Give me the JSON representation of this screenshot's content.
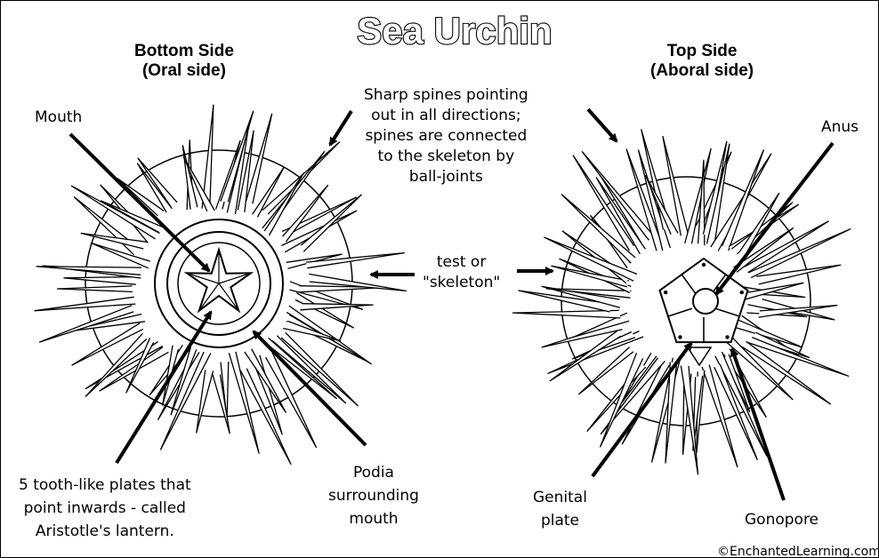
{
  "title": "Sea Urchin",
  "bottom_side": {
    "heading_line1": "Bottom Side",
    "heading_line2": "(Oral side)"
  },
  "top_side": {
    "heading_line1": "Top Side",
    "heading_line2": "(Aboral side)"
  },
  "labels": {
    "mouth": "Mouth",
    "spines_line1": "Sharp spines pointing",
    "spines_line2": "out in all directions;",
    "spines_line3": "spines are connected",
    "spines_line4": "to the skeleton by",
    "spines_line5": "ball-joints",
    "test_line1": "test or",
    "test_line2": "\"skeleton\"",
    "anus": "Anus",
    "lantern_line1": "5 tooth-like plates that",
    "lantern_line2": "point inwards - called",
    "lantern_line3": "Aristotle's lantern.",
    "podia_line1": "Podia",
    "podia_line2": "surrounding",
    "podia_line3": "mouth",
    "genital_line1": "Genital",
    "genital_line2": "plate",
    "gonopore": "Gonopore"
  },
  "copyright": "©EnchantedLearning.com"
}
